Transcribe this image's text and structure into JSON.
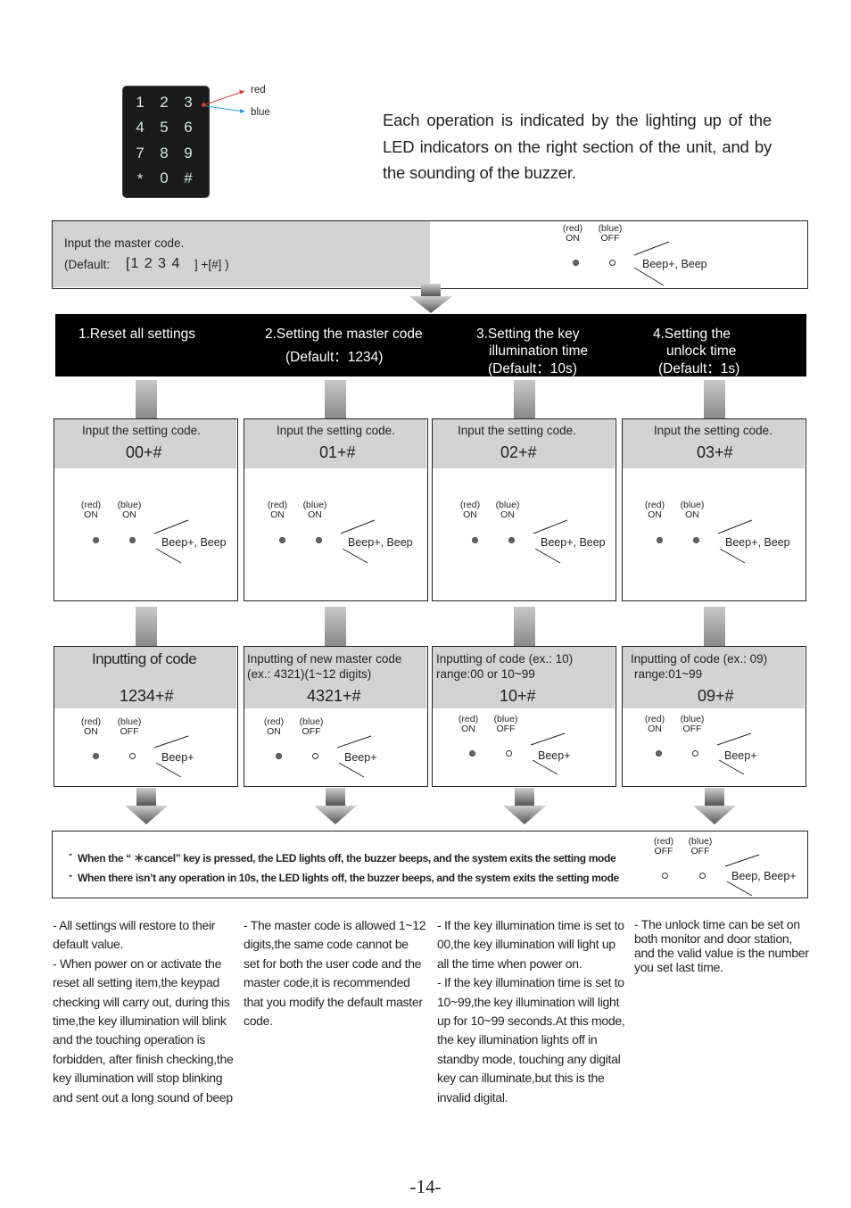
{
  "keypad": {
    "keys": [
      "1",
      "2",
      "3",
      "4",
      "5",
      "6",
      "7",
      "8",
      "9",
      "*",
      "0",
      "#"
    ],
    "led_red_label": "red",
    "led_blue_label": "blue"
  },
  "intro_text": "Each operation is indicated by the lighting up of the LED indicators on the right section of the unit, and by the sounding of the buzzer.",
  "master_box": {
    "line1": "Input the master code.",
    "line2_prefix": "(Default:",
    "line2_code": "[1 2 3 4",
    "line2_suffix": "] +[#] )",
    "red_label": "(red)",
    "red_state": "ON",
    "blue_label": "(blue)",
    "blue_state": "OFF",
    "sound": "Beep+, Beep"
  },
  "menu": [
    {
      "title": "1.Reset all settings",
      "sub": ""
    },
    {
      "title": "2.Setting the master code",
      "sub": "(Default：1234)"
    },
    {
      "title": "3.Setting the key",
      "title2": "illumination time",
      "sub": "(Default：10s)"
    },
    {
      "title": "4.Setting the",
      "title2": "unlock time",
      "sub": "(Default：1s)"
    }
  ],
  "setting_boxes": [
    {
      "label": "Input the setting code.",
      "code": "00+#",
      "red_label": "(red)",
      "red_state": "ON",
      "blue_label": "(blue)",
      "blue_state": "ON",
      "sound": "Beep+, Beep"
    },
    {
      "label": "Input the setting code.",
      "code": "01+#",
      "red_label": "(red)",
      "red_state": "ON",
      "blue_label": "(blue)",
      "blue_state": "ON",
      "sound": "Beep+, Beep"
    },
    {
      "label": "Input the setting code.",
      "code": "02+#",
      "red_label": "(red)",
      "red_state": "ON",
      "blue_label": "(blue)",
      "blue_state": "ON",
      "sound": "Beep+, Beep"
    },
    {
      "label": "Input the setting code.",
      "code": "03+#",
      "red_label": "(red)",
      "red_state": "ON",
      "blue_label": "(blue)",
      "blue_state": "ON",
      "sound": "Beep+, Beep"
    }
  ],
  "input_boxes": [
    {
      "line1": "Inputting of code",
      "line2": "",
      "code": "1234+#",
      "red_label": "(red)",
      "red_state": "ON",
      "blue_label": "(blue)",
      "blue_state": "OFF",
      "sound": "Beep+"
    },
    {
      "line1": "Inputting of new master code",
      "line2": "(ex.:  4321)(1~12 digits)",
      "code": "4321+#",
      "red_label": "(red)",
      "red_state": "ON",
      "blue_label": "(blue)",
      "blue_state": "OFF",
      "sound": "Beep+"
    },
    {
      "line1": "Inputting of code (ex.: 10)",
      "line2": "range:00 or 10~99",
      "code": "10+#",
      "red_label": "(red)",
      "red_state": "ON",
      "blue_label": "(blue)",
      "blue_state": "OFF",
      "sound": "Beep+"
    },
    {
      "line1": "Inputting of code (ex.: 09)",
      "line2": "range:01~99",
      "code": "09+#",
      "red_label": "(red)",
      "red_state": "ON",
      "blue_label": "(blue)",
      "blue_state": "OFF",
      "sound": "Beep+"
    }
  ],
  "exit_box": {
    "line1": "When the “ ＊cancel” key is pressed, the LED lights off, the buzzer beeps, and the system exits the setting mode",
    "line2": "When there isn’t any operation in 10s, the LED lights off, the buzzer beeps, and the system exits the setting mode",
    "red_label": "(red)",
    "red_state": "OFF",
    "blue_label": "(blue)",
    "blue_state": "OFF",
    "sound": "Beep, Beep+"
  },
  "notes": [
    "- All settings will restore to their default value.\n- When power on or activate the reset all setting item,the keypad checking will carry out, during this time,the key illumination will blink and the touching operation is forbidden, after finish checking,the key illumination will stop blinking and sent out a long sound of beep",
    "- The master code is allowed 1~12 digits,the same code cannot be set for both the user code and the master code,it is recommended that you modify the default master code.",
    "- If the key illumination time is set to 00,the key illumination will light up all the time when power on.\n- If the key illumination time is set to 10~99,the key illumination will light up for 10~99 seconds.At this mode, the key illumination lights off in standby mode, touching any digital key can illuminate,but this is the invalid digital.",
    "- The unlock time can be set on both monitor and door station, and the valid value is the number you set last time."
  ],
  "page_number": "-14-",
  "colors": {
    "accent_red": "#d33333",
    "accent_blue": "#1fa0d8",
    "panel_grey": "#d3d3d4",
    "bar_black": "#000000"
  }
}
